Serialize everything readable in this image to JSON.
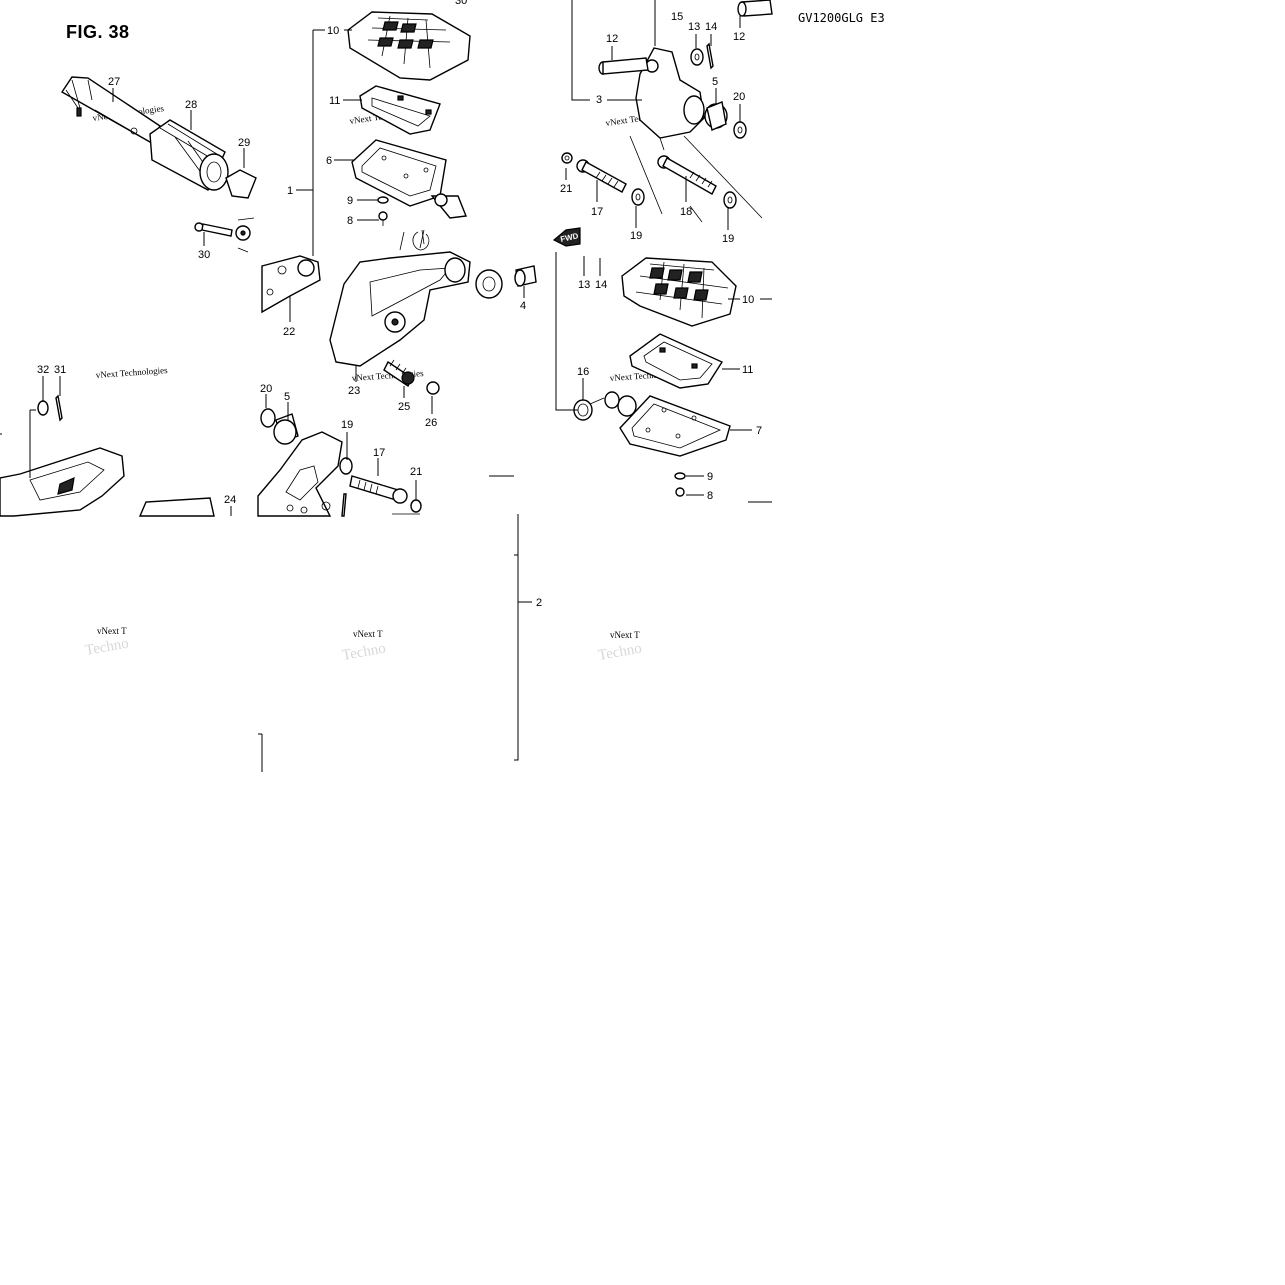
{
  "figure": {
    "title": "FIG. 38",
    "model": "GV1200GLG  E3",
    "fwd_label": "FWD"
  },
  "watermark": {
    "line1": "vNext Technologies",
    "line2": "Techno",
    "partial": "vNext T"
  },
  "callouts": {
    "c1": "1",
    "c2": "2",
    "c3": "3",
    "c4": "4",
    "c5a": "5",
    "c5b": "5",
    "c6": "6",
    "c7": "7",
    "c8a": "8",
    "c8b": "8",
    "c9a": "9",
    "c9b": "9",
    "c10a": "10",
    "c10b": "10",
    "c11a": "11",
    "c11b": "11",
    "c12a": "12",
    "c12b": "12",
    "c13a": "13",
    "c13b": "13",
    "c14a": "14",
    "c14b": "14",
    "c15": "15",
    "c16": "16",
    "c17a": "17",
    "c17b": "17",
    "c18": "18",
    "c19a": "19",
    "c19b": "19",
    "c19c": "19",
    "c20a": "20",
    "c20b": "20",
    "c21a": "21",
    "c21b": "21",
    "c22": "22",
    "c23": "23",
    "c24": "24",
    "c25": "25",
    "c26": "26",
    "c27": "27",
    "c28": "28",
    "c29": "29",
    "c30a": "30",
    "c30b": "30",
    "c31": "31",
    "c32": "32"
  }
}
